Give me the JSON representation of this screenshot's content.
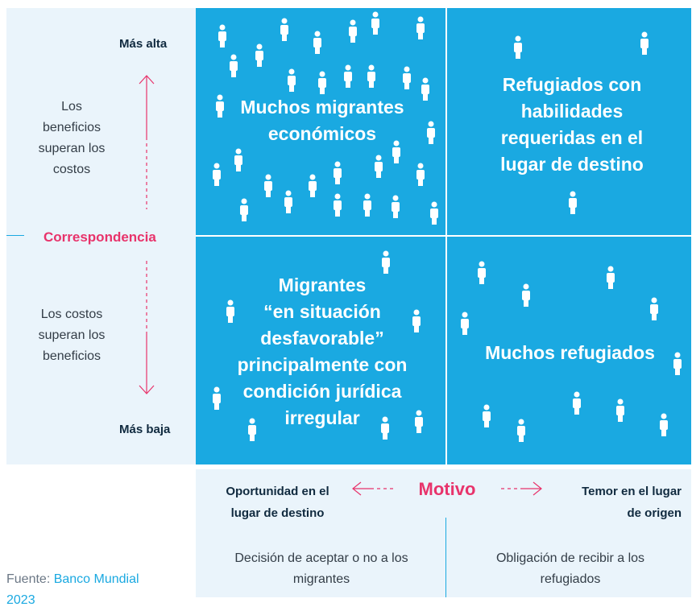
{
  "left_axis": {
    "top_label": "Más alta",
    "bottom_label": "Más baja",
    "upper_text": [
      "Los",
      "beneficios",
      "superan los",
      "costos"
    ],
    "lower_text": [
      "Los costos",
      "superan los",
      "beneficios"
    ],
    "center_label": "Correspondencia"
  },
  "quadrants": {
    "top_left": [
      "Muchos migrantes",
      "económicos"
    ],
    "top_right": [
      "Refugiados con",
      "habilidades",
      "requeridas en el",
      "lugar de destino"
    ],
    "bottom_left": [
      "Migrantes",
      "“en situación",
      "desfavorable”",
      "principalmente con",
      "condición jurídica",
      "irregular"
    ],
    "bottom_right": [
      "Muchos refugiados"
    ]
  },
  "bottom_axis": {
    "center_label": "Motivo",
    "left_label": [
      "Oportunidad en el",
      "lugar de destino"
    ],
    "right_label": [
      "Temor en el lugar",
      "de origen"
    ],
    "left_caption": [
      "Decisión de aceptar o no a los",
      "migrantes"
    ],
    "right_caption": [
      "Obligación de recibir a los",
      "refugiados"
    ]
  },
  "source": {
    "prefix": "Fuente: ",
    "link_text": "Banco Mundial",
    "link_text_2": "2023"
  },
  "colors": {
    "quadrant": "#1aa9e1",
    "panel": "#eaf4fb",
    "accent": "#e8336b",
    "text_dark": "#102a3f"
  },
  "icon": "person-icon"
}
